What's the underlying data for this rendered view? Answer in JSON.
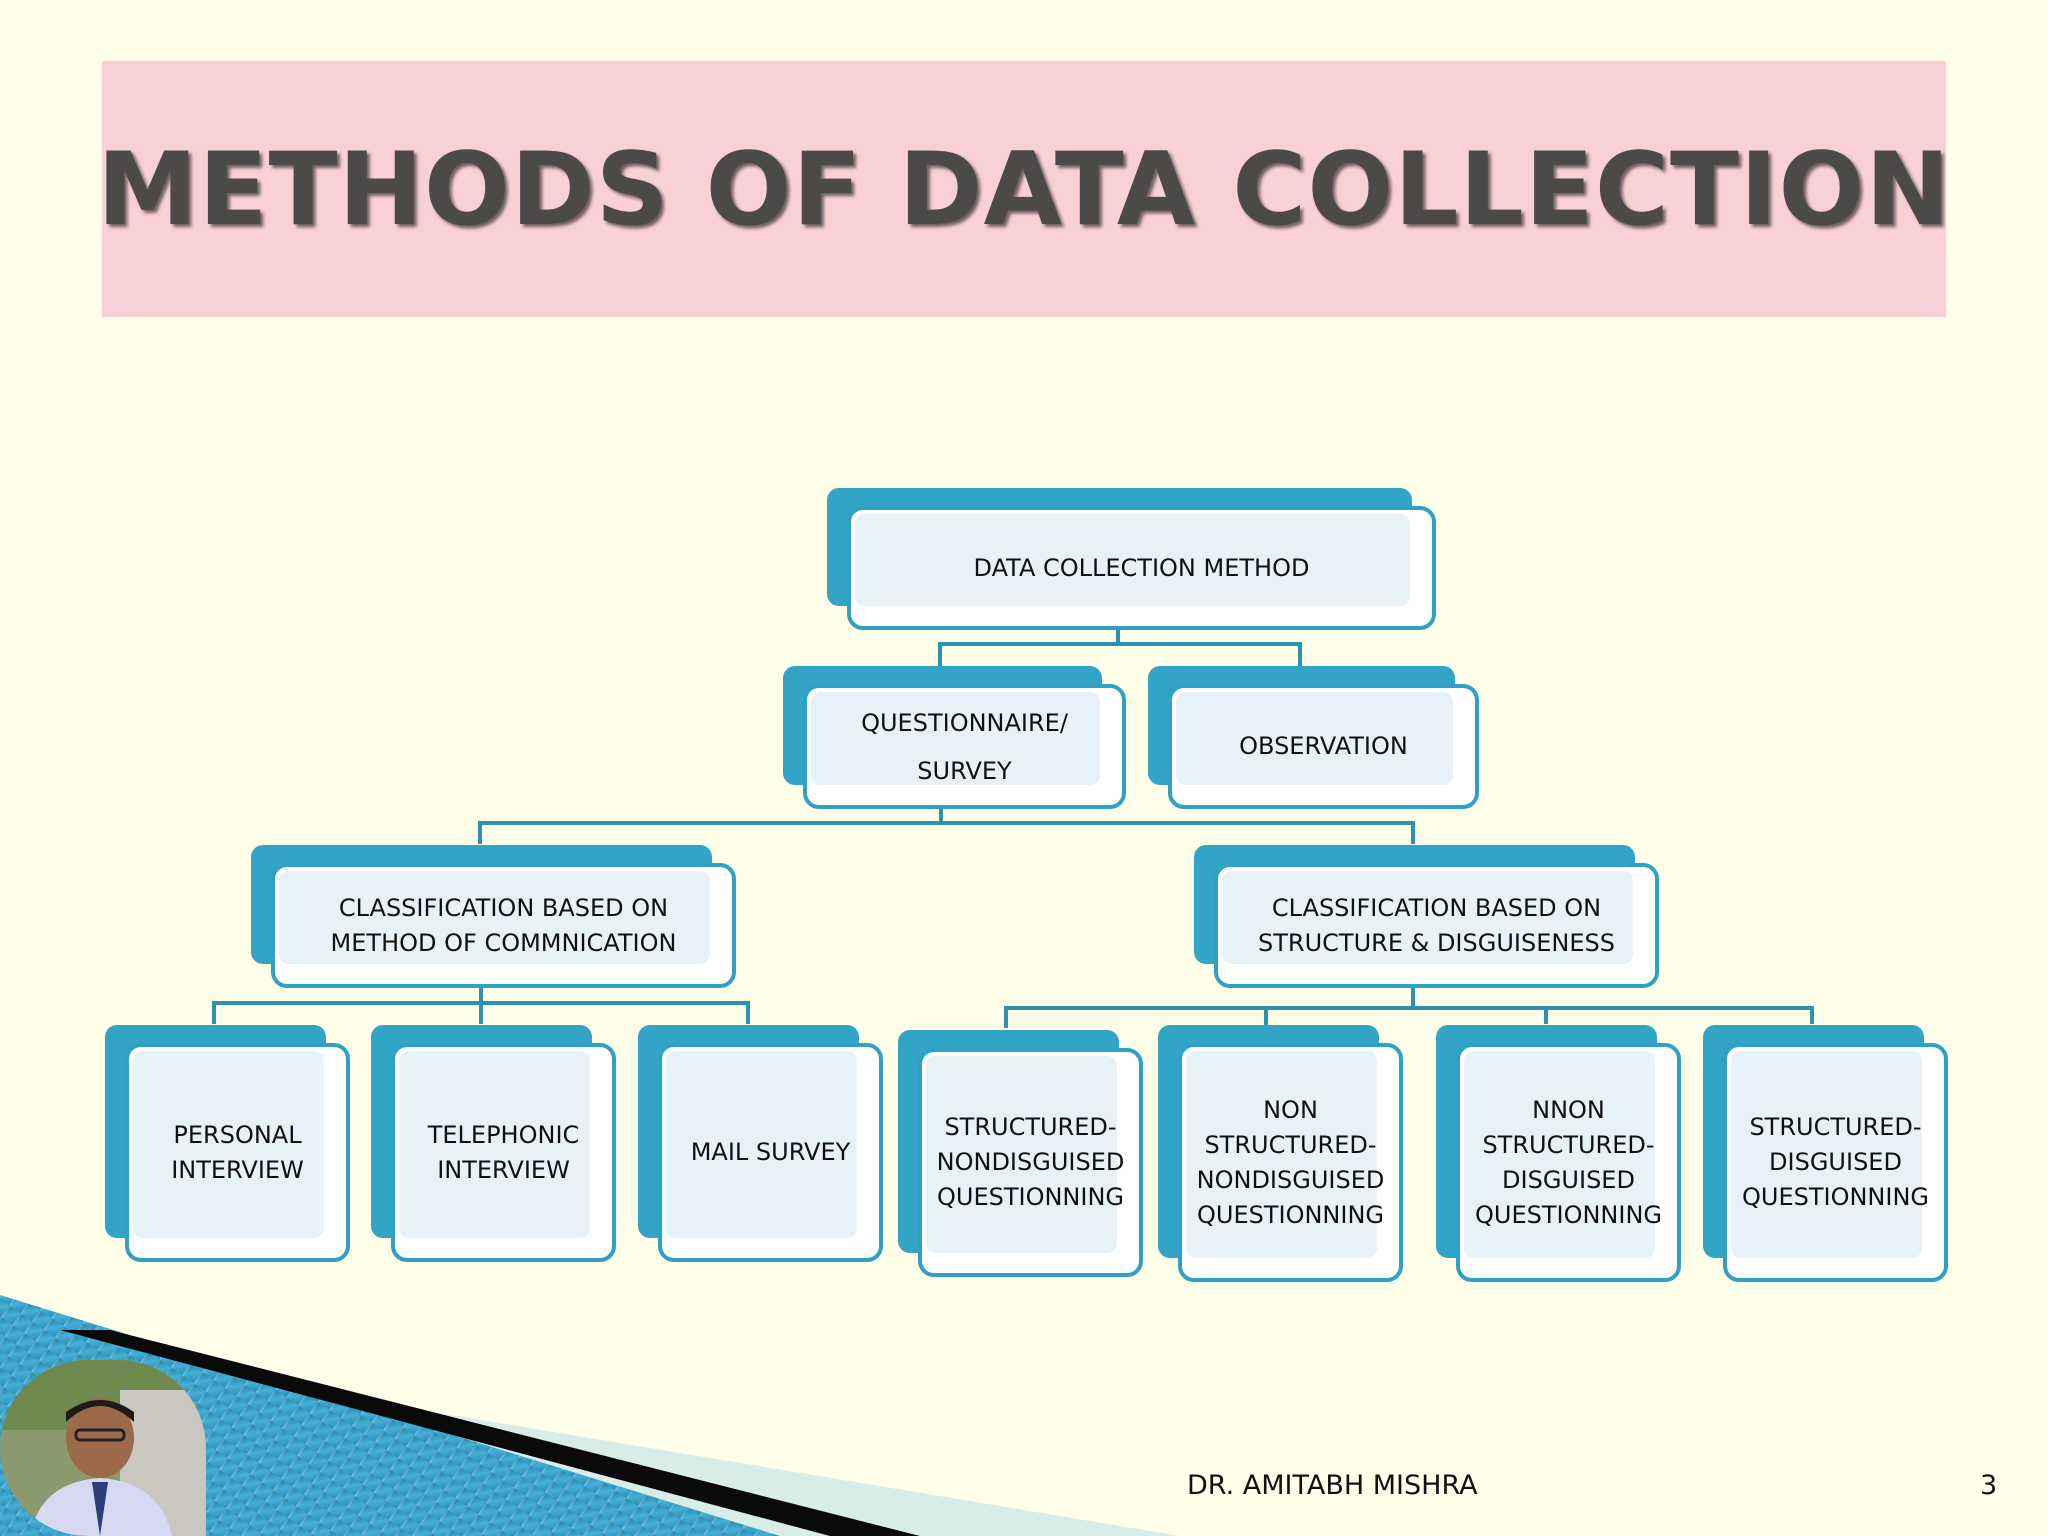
{
  "slide": {
    "title": "METHODS OF DATA COLLECTION",
    "author": "DR. AMITABH MISHRA",
    "page_number": "3"
  },
  "colors": {
    "background": "#fffee8",
    "title_band": "#f9d0d6",
    "node_accent": "#32a4c6",
    "node_fill": "#e6f2f8",
    "connector": "#2a93b3"
  },
  "diagram": {
    "root": "DATA COLLECTION METHOD",
    "level1": {
      "questionnaire": "QUESTIONNAIRE/\nSURVEY",
      "observation": "OBSERVATION"
    },
    "level2": {
      "communication": "CLASSIFICATION BASED ON\nMETHOD OF COMMNICATION",
      "structure": "CLASSIFICATION BASED ON\nSTRUCTURE & DISGUISENESS"
    },
    "communication_methods": [
      "PERSONAL\nINTERVIEW",
      "TELEPHONIC\nINTERVIEW",
      "MAIL SURVEY"
    ],
    "structure_methods": [
      "STRUCTURED-\nNONDISGUISED\nQUESTIONNING",
      "NON\nSTRUCTURED-\nNONDISGUISED\nQUESTIONNING",
      "NNON\nSTRUCTURED-\nDISGUISED\nQUESTIONNING",
      "STRUCTURED-\nDISGUISED\nQUESTIONNING"
    ]
  },
  "icons": {
    "photo": "presenter-photo"
  }
}
